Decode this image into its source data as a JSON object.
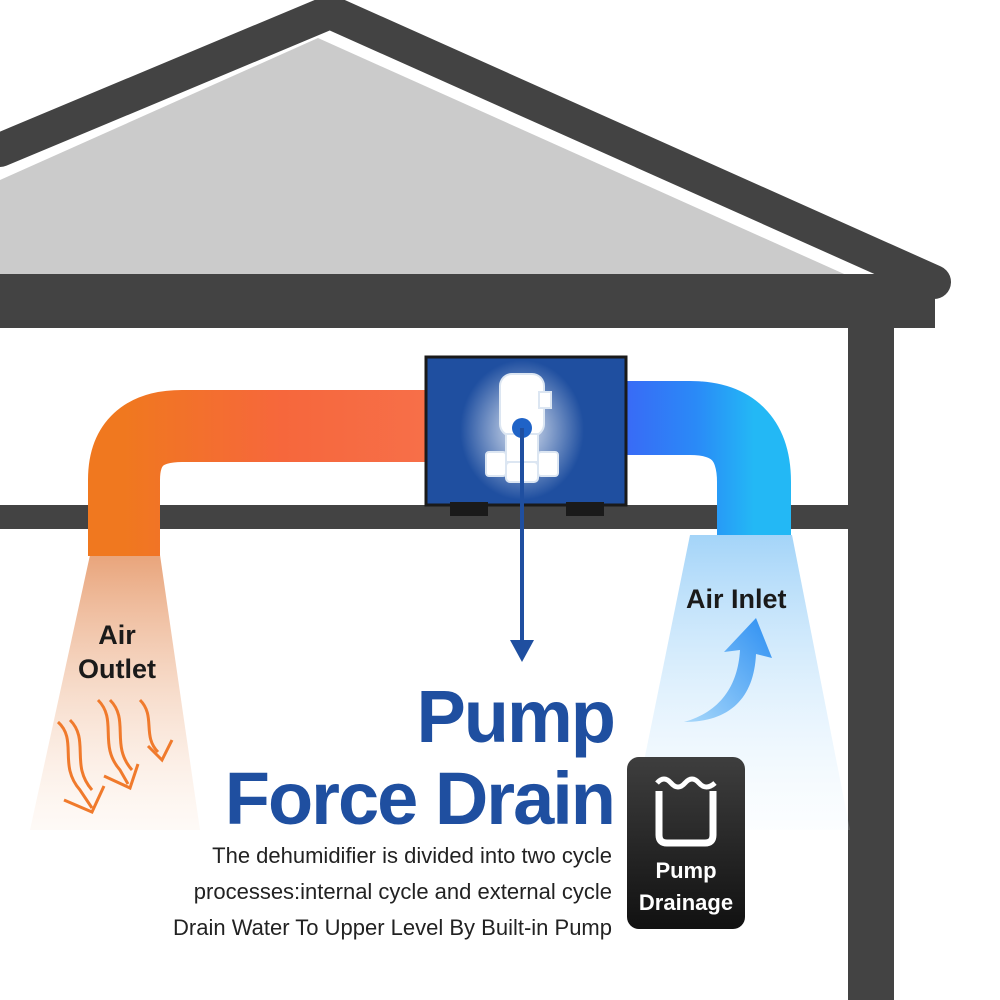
{
  "diagram": {
    "headline": {
      "line1": "Pump",
      "line2": "Force Drain"
    },
    "description": [
      "The dehumidifier is divided into two cycle",
      "processes:internal cycle and external cycle",
      "Drain Water To Upper Level By Built-in Pump"
    ],
    "labels": {
      "air_outlet": [
        "Air",
        "Outlet"
      ],
      "air_inlet": "Air Inlet"
    },
    "badge": {
      "line1": "Pump",
      "line2": "Drainage",
      "icon": "water-tank-icon"
    },
    "icons": {
      "dehumidifier": "pump-icon",
      "drain_arrow": "arrow-down-icon",
      "outflow": "wavy-arrows-icon",
      "inflow": "curved-arrow-up-icon"
    },
    "colors": {
      "headline": "#1f4fa0",
      "structure": "#434343",
      "roof_fill": "#cbcbcb",
      "unit": "#1f4fa0",
      "duct_hot": "#f2711c",
      "duct_cold": "#1e8ff5",
      "badge": "#1f1f1f"
    }
  }
}
